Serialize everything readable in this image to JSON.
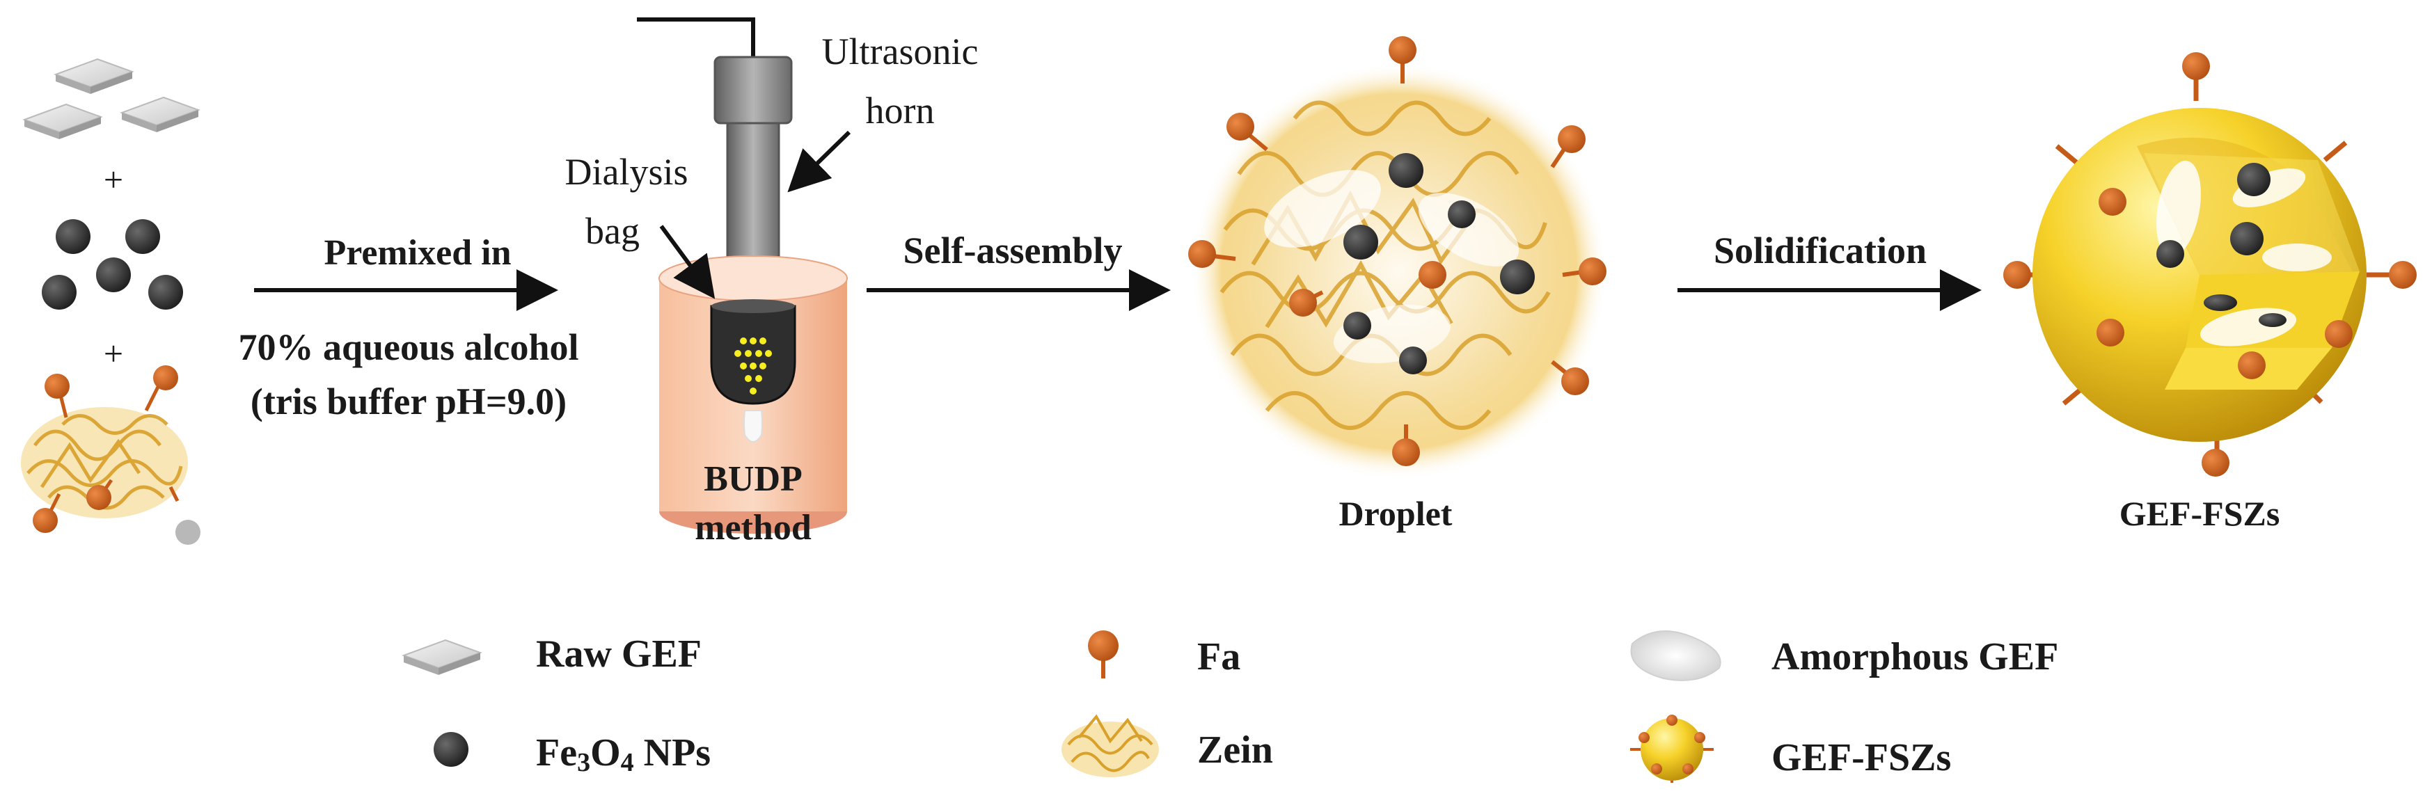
{
  "steps": {
    "premix_label": "Premixed in",
    "solvent_line1": "70% aqueous alcohol",
    "solvent_line2": "(tris buffer pH=9.0)",
    "ultrasonic_line1": "Ultrasonic",
    "ultrasonic_line2": "horn",
    "dialysis_line1": "Dialysis",
    "dialysis_line2": "bag",
    "budp_line1": "BUDP",
    "budp_line2": "method",
    "self_assembly_label": "Self-assembly",
    "droplet_label": "Droplet",
    "solidification_label": "Solidification",
    "product_label": "GEF-FSZs",
    "plus_sign": "+"
  },
  "legend": {
    "raw_gef": "Raw GEF",
    "fe3o4_main": "Fe",
    "fe3o4_sub1": "3",
    "fe3o4_o": "O",
    "fe3o4_sub2": "4",
    "fe3o4_rest": " NPs",
    "fa": "Fa",
    "zein": "Zein",
    "amorphous_gef": "Amorphous GEF",
    "gef_fszs": "GEF-FSZs"
  },
  "colors": {
    "fa_orange": "#d2641e",
    "zein_gold": "#e8b53a",
    "sphere_gold": "#f2c520",
    "np_dark": "#333333",
    "beaker": "#f4b08a",
    "horn_gray": "#8a8a8a"
  }
}
